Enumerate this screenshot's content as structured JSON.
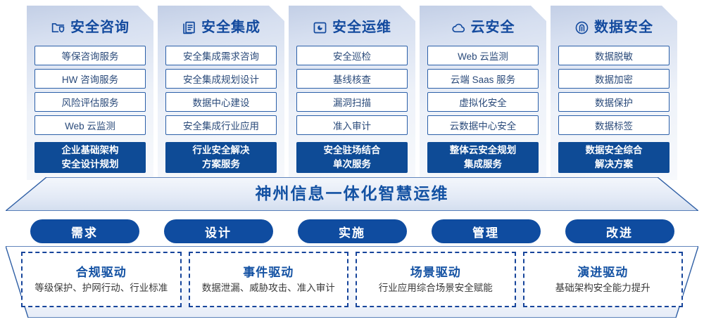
{
  "columns": [
    {
      "icon": "folder-shield-icon",
      "title": "安全咨询",
      "items": [
        "等保咨询服务",
        "HW 咨询服务",
        "风险评估服务",
        "Web 云监测"
      ],
      "summary": [
        "企业基础架构",
        "安全设计规划"
      ]
    },
    {
      "icon": "documents-copy-icon",
      "title": "安全集成",
      "items": [
        "安全集成需求咨询",
        "安全集成规划设计",
        "数据中心建设",
        "安全集成行业应用"
      ],
      "summary": [
        "行业安全解决",
        "方案服务"
      ]
    },
    {
      "icon": "monitor-chart-icon",
      "title": "安全运维",
      "items": [
        "安全巡检",
        "基线核查",
        "漏洞扫描",
        "准入审计"
      ],
      "summary": [
        "安全驻场结合",
        "单次服务"
      ]
    },
    {
      "icon": "cloud-icon",
      "title": "云安全",
      "items": [
        "Web 云监测",
        "云端 Saas 服务",
        "虚拟化安全",
        "云数据中心安全"
      ],
      "summary": [
        "整体云安全规划",
        "集成服务"
      ]
    },
    {
      "icon": "fingerprint-icon",
      "title": "数据安全",
      "items": [
        "数据脱敏",
        "数据加密",
        "数据保护",
        "数据标签"
      ],
      "summary": [
        "数据安全综合",
        "解决方案"
      ]
    }
  ],
  "banner": {
    "title": "神州信息一体化智慧运维"
  },
  "phases": [
    {
      "label": "需求"
    },
    {
      "label": "设计"
    },
    {
      "label": "实施"
    },
    {
      "label": "管理"
    },
    {
      "label": "改进"
    }
  ],
  "drivers": [
    {
      "title": "合规驱动",
      "desc": "等级保护、护网行动、行业标准"
    },
    {
      "title": "事件驱动",
      "desc": "数据泄漏、威胁攻击、准入审计"
    },
    {
      "title": "场景驱动",
      "desc": "行业应用综合场景安全赋能"
    },
    {
      "title": "演进驱动",
      "desc": "基础架构安全能力提升"
    }
  ],
  "colors": {
    "brand_blue": "#134a9e",
    "deep_blue": "#0e4b96",
    "pill_blue": "#0f4ca0",
    "item_border": "#2b5fa8",
    "dashed_border": "#17459b"
  }
}
